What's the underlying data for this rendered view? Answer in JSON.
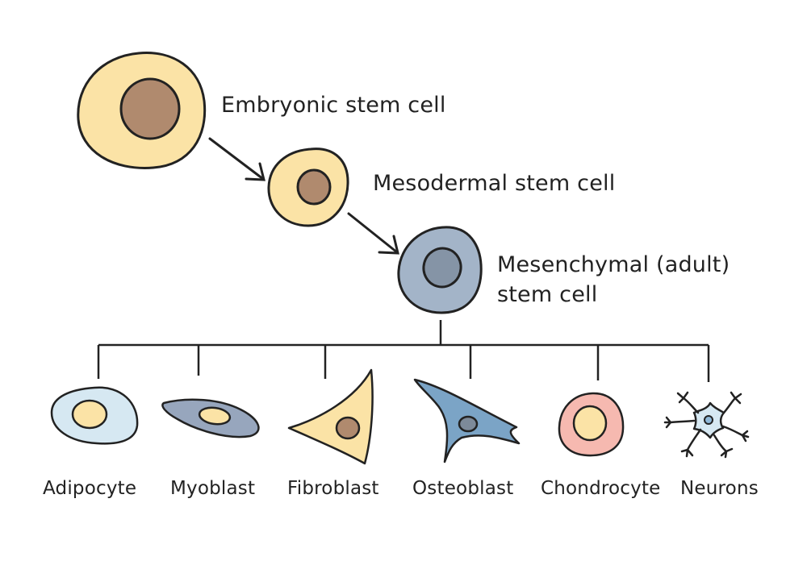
{
  "diagram": {
    "topic": "Stem cell differentiation lineage",
    "lineage": [
      {
        "id": "embryonic",
        "label": "Embryonic stem cell",
        "cytoplasm_color": "#fbe3a6",
        "nucleus_color": "#b08a6e"
      },
      {
        "id": "mesodermal",
        "label": "Mesodermal stem cell",
        "cytoplasm_color": "#fbe3a6",
        "nucleus_color": "#b08a6e"
      },
      {
        "id": "mesenchymal",
        "label_line1": "Mesenchymal (adult)",
        "label_line2": "stem cell",
        "cytoplasm_color": "#a3b4c8",
        "nucleus_color": "#8594a6"
      }
    ],
    "arrows": [
      {
        "from": "embryonic",
        "to": "mesodermal"
      },
      {
        "from": "mesodermal",
        "to": "mesenchymal"
      }
    ],
    "differentiated_cells": [
      {
        "id": "adipocyte",
        "label": "Adipocyte",
        "cytoplasm_color": "#d6e8f2",
        "nucleus_color": "#fbe3a6"
      },
      {
        "id": "myoblast",
        "label": "Myoblast",
        "cytoplasm_color": "#97a6bd",
        "nucleus_color": "#fbe3a6"
      },
      {
        "id": "fibroblast",
        "label": "Fibroblast",
        "cytoplasm_color": "#fbe3a6",
        "nucleus_color": "#b08a6e"
      },
      {
        "id": "osteoblast",
        "label": "Osteoblast",
        "cytoplasm_color": "#7ba4c6",
        "nucleus_color": "#7d8a99"
      },
      {
        "id": "chondrocyte",
        "label": "Chondrocyte",
        "cytoplasm_color": "#f6b9b0",
        "nucleus_color": "#fbe3a6"
      },
      {
        "id": "neurons",
        "label": "Neurons",
        "cytoplasm_color": "#d6e8f2",
        "nucleus_color": "#8fb8d8"
      }
    ],
    "outline_color": "#222222"
  }
}
